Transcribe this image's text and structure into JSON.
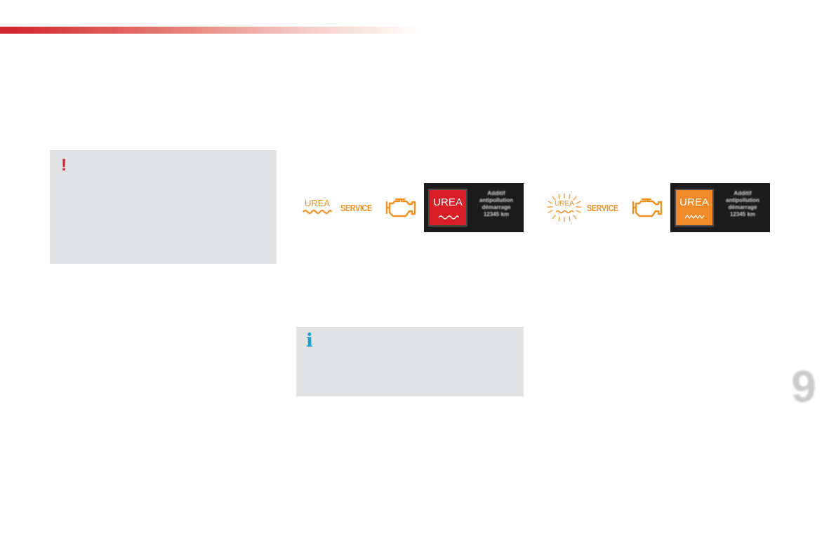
{
  "page": {
    "chapter_number": "9",
    "accent_color": "#d42a2f"
  },
  "warning_note": {
    "icon": "exclamation-icon",
    "glyph": "!",
    "color": "#d3202b"
  },
  "info_note": {
    "icon": "info-icon",
    "glyph": "i",
    "color": "#17a1d0"
  },
  "indicator_rows": [
    {
      "urea_lamp_label": "UREA",
      "service_label": "SERVICE",
      "display": {
        "icon_label": "UREA",
        "icon_color": "#d91f26",
        "lines": [
          "Additif",
          "antipollution",
          "démarrage",
          "12345 km"
        ]
      }
    },
    {
      "urea_lamp_label": "UREA",
      "service_label": "SERVICE",
      "display": {
        "icon_label": "UREA",
        "icon_color": "#f08a28",
        "lines": [
          "Additif",
          "antipollution",
          "démarrage",
          "12345 km"
        ]
      }
    }
  ],
  "lamp_color": "#f39022"
}
